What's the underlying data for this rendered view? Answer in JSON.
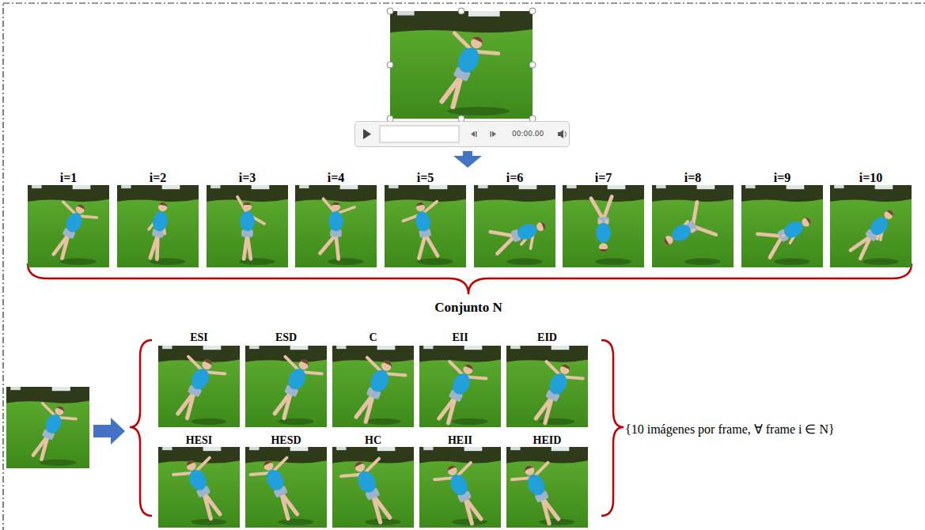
{
  "diagram": {
    "nodes": [
      {
        "text": [
          "00:00.00"
        ]
      },
      {
        "text": [
          "i=1"
        ]
      },
      {
        "text": [
          "i=2"
        ]
      },
      {
        "text": [
          "i=3"
        ]
      },
      {
        "text": [
          "i=4"
        ]
      },
      {
        "text": [
          "i=5"
        ]
      },
      {
        "text": [
          "i=6"
        ]
      },
      {
        "text": [
          "i=7"
        ]
      },
      {
        "text": [
          "i=8"
        ]
      },
      {
        "text": [
          "i=9"
        ]
      },
      {
        "text": [
          "i=10"
        ]
      },
      {
        "text": [
          "ESI"
        ]
      },
      {
        "text": [
          "ESD"
        ]
      },
      {
        "text": [
          "C"
        ]
      },
      {
        "text": [
          "EII"
        ]
      },
      {
        "text": [
          "EID"
        ]
      },
      {
        "text": [
          "HESI"
        ]
      },
      {
        "text": [
          "HESD"
        ]
      },
      {
        "text": [
          "HC"
        ]
      },
      {
        "text": [
          "HEII"
        ]
      },
      {
        "text": [
          "HEID"
        ]
      }
    ],
    "labels": [
      "Conjunto N",
      "{10 imágenes por frame, ∀ frame i ∈ N}"
    ]
  }
}
